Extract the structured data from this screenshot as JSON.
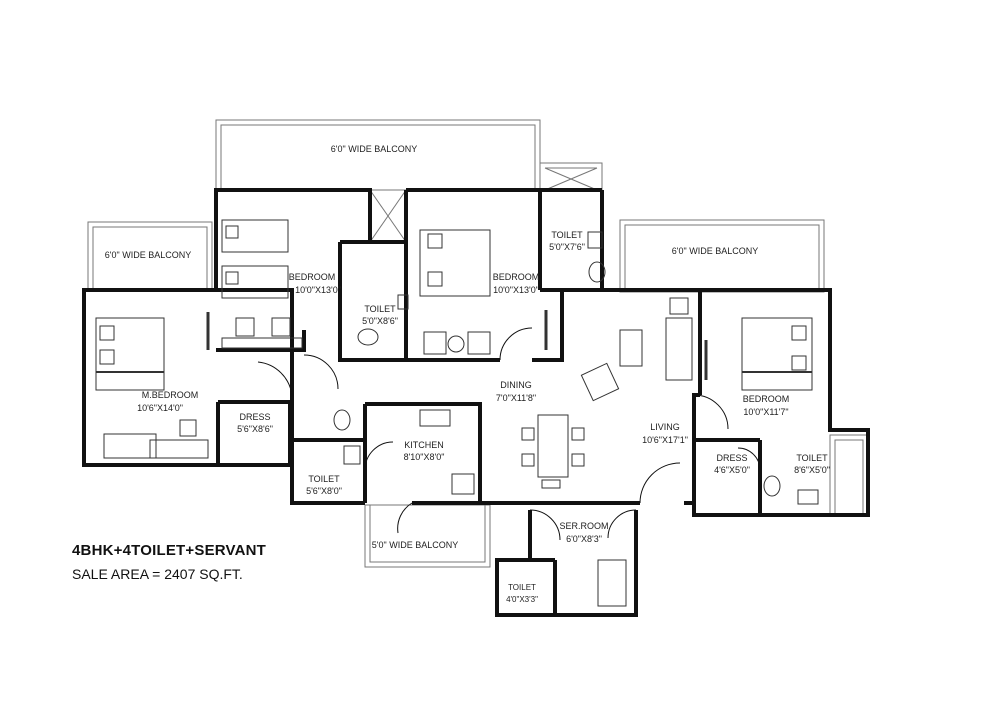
{
  "caption": {
    "config": "4BHK+4TOILET+SERVANT",
    "area": "SALE AREA  = 2407 SQ.FT."
  },
  "balconies": {
    "top": "6'0\" WIDE BALCONY",
    "left": "6'0\" WIDE BALCONY",
    "right": "6'0\" WIDE BALCONY",
    "bottom": "5'0\" WIDE BALCONY"
  },
  "rooms": {
    "master_bedroom": {
      "name": "M.BEDROOM",
      "size": "10'6\"X14'0\""
    },
    "bedroom_2": {
      "name": "BEDROOM",
      "size": "10'0\"X13'0\""
    },
    "toilet_2": {
      "name": "TOILET",
      "size": "5'0\"X8'6\""
    },
    "bedroom_3": {
      "name": "BEDROOM",
      "size": "10'0\"X13'0\""
    },
    "toilet_3": {
      "name": "TOILET",
      "size": "5'0\"X7'6\""
    },
    "dress_1": {
      "name": "DRESS",
      "size": "5'6\"X8'6\""
    },
    "toilet_1": {
      "name": "TOILET",
      "size": "5'6\"X8'0\""
    },
    "kitchen": {
      "name": "KITCHEN",
      "size": "8'10\"X8'0\""
    },
    "dining": {
      "name": "DINING",
      "size": "7'0\"X11'8\""
    },
    "living": {
      "name": "LIVING",
      "size": "10'6\"X17'1\""
    },
    "bedroom_4": {
      "name": "BEDROOM",
      "size": "10'0\"X11'7\""
    },
    "dress_2": {
      "name": "DRESS",
      "size": "4'6\"X5'0\""
    },
    "toilet_4": {
      "name": "TOILET",
      "size": "8'6\"X5'0\""
    },
    "servant_room": {
      "name": "SER.ROOM",
      "size": "6'0\"X8'3\""
    },
    "servant_toilet": {
      "name": "TOILET",
      "size": "4'0\"X3'3\""
    }
  }
}
